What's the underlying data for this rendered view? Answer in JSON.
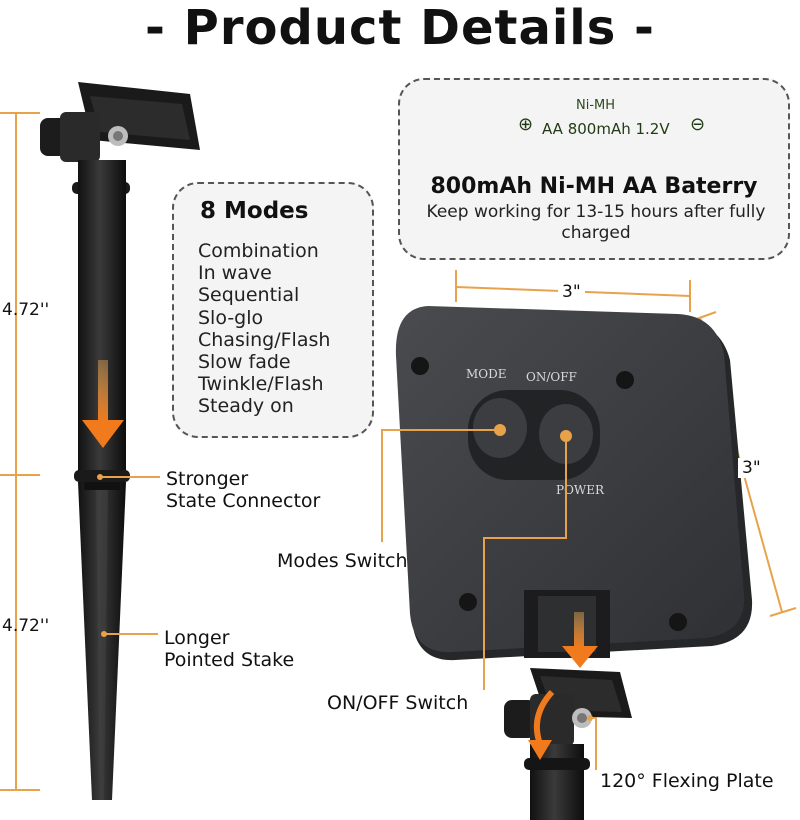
{
  "title": "- Product Details -",
  "dimensions": {
    "stake_upper": "4.72''",
    "stake_lower": "4.72''",
    "box_width": "3\"",
    "box_height": "3\""
  },
  "modes": {
    "title": "8 Modes",
    "items": [
      "Combination",
      "In wave",
      "Sequential",
      "Slo-glo",
      "Chasing/Flash",
      "Slow fade",
      "Twinkle/Flash",
      "Steady on"
    ]
  },
  "battery": {
    "chemistry": "Ni-MH",
    "spec": "AA 800mAh 1.2V",
    "plus": "⊕",
    "minus": "⊖",
    "headline": "800mAh Ni-MH AA Baterry",
    "description": "Keep working for 13-15 hours after fully charged"
  },
  "box_labels": {
    "mode": "MODE",
    "onoff": "ON/OFF",
    "power": "POWER"
  },
  "callouts": {
    "connector_line1": "Stronger",
    "connector_line2": "State Connector",
    "stake_line1": "Longer",
    "stake_line2": "Pointed Stake",
    "modes_switch": "Modes Switch",
    "onoff_switch": "ON/OFF Switch",
    "flex_plate": "120° Flexing Plate"
  },
  "colors": {
    "accent": "#E8A34A",
    "arrow": "#F08A2C",
    "stake": "#1f1f1f",
    "box": "#3a3b3e"
  }
}
